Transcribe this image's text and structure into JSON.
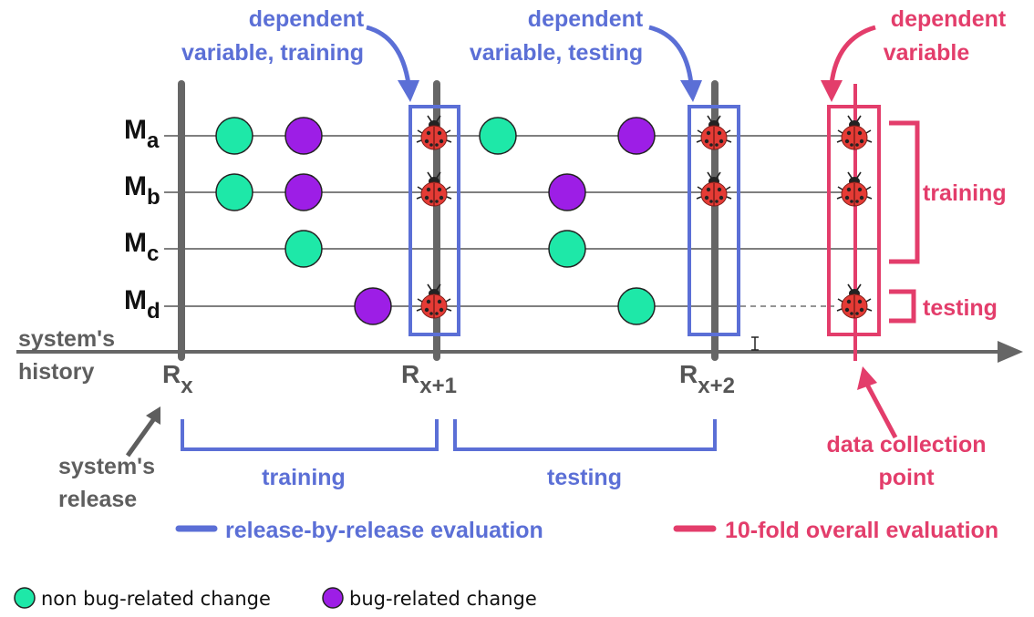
{
  "colors": {
    "blue": "#5b6fd6",
    "pink": "#e33d6b",
    "grey": "#5e5e5e",
    "green": "#1ee8a8",
    "purple": "#9d1ee6"
  },
  "modules": [
    "M",
    "M",
    "M",
    "M"
  ],
  "module_subs": [
    "a",
    "b",
    "c",
    "d"
  ],
  "releases": {
    "r": "R",
    "x": "x",
    "x1": "x+1",
    "x2": "x+2"
  },
  "history_label": {
    "line1": "system's",
    "line2": "history"
  },
  "release_label": {
    "line1": "system's",
    "line2": "release"
  },
  "annotations": {
    "dep_training": {
      "line1": "dependent",
      "line2": "variable, training"
    },
    "dep_testing": {
      "line1": "dependent",
      "line2": "variable, testing"
    },
    "dep_var": {
      "line1": "dependent",
      "line2": "variable"
    },
    "collection": {
      "line1": "data collection",
      "line2": "point"
    }
  },
  "periods": {
    "training": "training",
    "testing": "testing"
  },
  "fold_labels": {
    "training": "training",
    "testing": "testing"
  },
  "evaluations": {
    "release": "release-by-release evaluation",
    "tenfold": "10-fold overall evaluation"
  },
  "legend": {
    "non_bug": "non bug-related change",
    "bug": "bug-related change"
  },
  "icons": {
    "bug": "ladybug-icon",
    "non_bug_change": "green-circle-icon",
    "bug_change": "purple-circle-icon"
  }
}
